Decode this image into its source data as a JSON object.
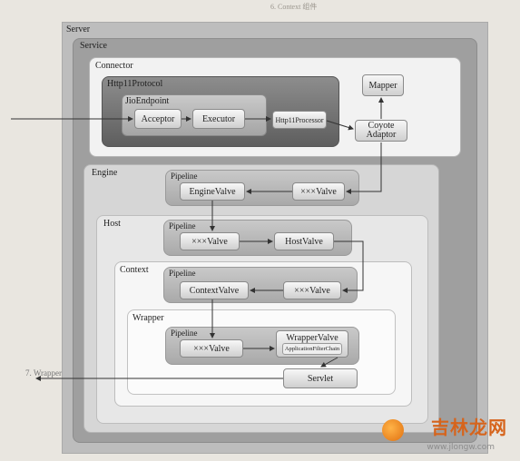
{
  "containers": {
    "server": "Server",
    "service": "Service",
    "connector": "Connector",
    "http11protocol": "Http11Protocol",
    "jioendpoint": "JioEndpoint",
    "engine": "Engine",
    "host": "Host",
    "context": "Context",
    "wrapper": "Wrapper"
  },
  "components": {
    "acceptor": "Acceptor",
    "executor": "Executor",
    "http11processor": "Http11Processor",
    "mapper": "Mapper",
    "coyote_adaptor_1": "Coyote",
    "coyote_adaptor_2": "Adaptor",
    "engine_valve": "EngineValve",
    "engine_xxx_valve": "×××Valve",
    "host_xxx_valve": "×××Valve",
    "host_valve": "HostValve",
    "context_valve": "ContextValve",
    "context_xxx_valve": "×××Valve",
    "wrapper_xxx_valve": "×××Valve",
    "wrapper_valve": "WrapperValve",
    "application_filter_chain": "ApplicationFilterChain",
    "servlet": "Servlet"
  },
  "pipelines": {
    "engine": "Pipeline",
    "host": "Pipeline",
    "context": "Pipeline",
    "wrapper": "Pipeline"
  },
  "page": {
    "heading": "6. Context 组件",
    "footer": "7. Wrapper 组件"
  },
  "watermark": {
    "text": "吉林龙网",
    "sub": "www.jlongw.com"
  }
}
